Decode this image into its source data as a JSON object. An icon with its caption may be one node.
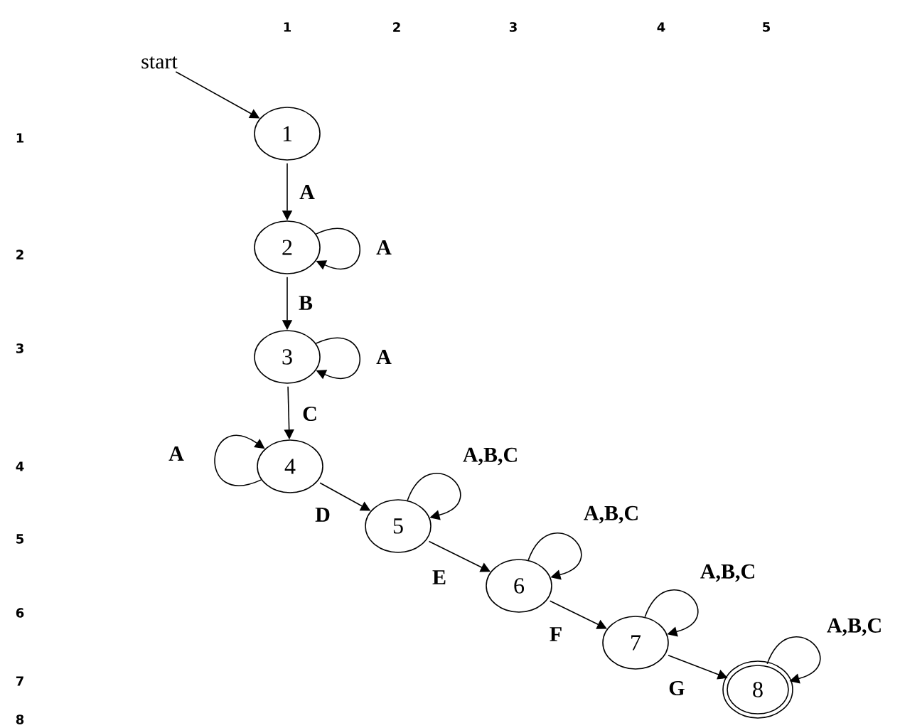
{
  "diagram": {
    "nodes": [
      {
        "text": [
          "start"
        ]
      },
      {
        "text": [
          "1"
        ]
      },
      {
        "text": [
          "2"
        ]
      },
      {
        "text": [
          "3"
        ]
      },
      {
        "text": [
          "4"
        ]
      },
      {
        "text": [
          "5"
        ]
      },
      {
        "text": [
          "6"
        ]
      },
      {
        "text": [
          "7"
        ]
      },
      {
        "text": [
          "8"
        ]
      }
    ],
    "edges": [
      {
        "from": 0,
        "to": 1,
        "arrow": "to"
      },
      {
        "from": 1,
        "to": 2,
        "arrow": "to",
        "label": "A"
      },
      {
        "from": 2,
        "to": 2,
        "arrow": "to",
        "label": "A"
      },
      {
        "from": 2,
        "to": 3,
        "arrow": "to",
        "label": "B"
      },
      {
        "from": 3,
        "to": 3,
        "arrow": "to",
        "label": "A"
      },
      {
        "from": 3,
        "to": 4,
        "arrow": "to",
        "label": "C"
      },
      {
        "from": 4,
        "to": 4,
        "arrow": "to",
        "label": "A"
      },
      {
        "from": 4,
        "to": 5,
        "arrow": "to",
        "label": "D"
      },
      {
        "from": 5,
        "to": 5,
        "arrow": "to",
        "label": "A,B,C"
      },
      {
        "from": 5,
        "to": 6,
        "arrow": "to",
        "label": "E"
      },
      {
        "from": 6,
        "to": 6,
        "arrow": "to",
        "label": "A,B,C"
      },
      {
        "from": 6,
        "to": 7,
        "arrow": "to",
        "label": "F"
      },
      {
        "from": 7,
        "to": 7,
        "arrow": "to",
        "label": "A,B,C"
      },
      {
        "from": 7,
        "to": 8,
        "arrow": "to",
        "label": "G"
      },
      {
        "from": 8,
        "to": 8,
        "arrow": "to",
        "label": "A,B,C"
      }
    ],
    "labels": [
      "1",
      "2",
      "3",
      "4",
      "5",
      "1",
      "2",
      "3",
      "4",
      "5",
      "6",
      "7",
      "8"
    ]
  }
}
